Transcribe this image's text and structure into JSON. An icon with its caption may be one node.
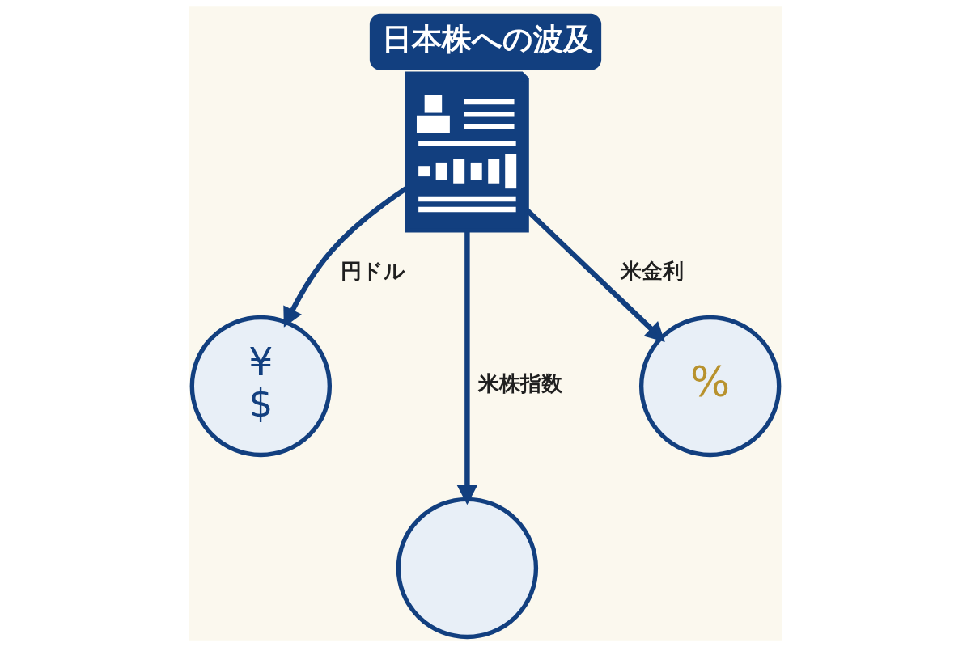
{
  "diagram": {
    "title": "日本株への波及",
    "nodes": [
      {
        "text": [],
        "shape": "picture"
      },
      {
        "text": [
          "¥",
          "$"
        ]
      },
      {
        "text": [
          "%"
        ]
      },
      {
        "text": [],
        "shape": "circle"
      }
    ],
    "edges": [
      {
        "from": 0,
        "to": 1,
        "arrow": "to",
        "label": "円ドル"
      },
      {
        "from": 0,
        "to": 3,
        "arrow": "to",
        "label": "米株指数"
      },
      {
        "from": 0,
        "to": 2,
        "arrow": "to",
        "label": "米金利"
      }
    ]
  }
}
